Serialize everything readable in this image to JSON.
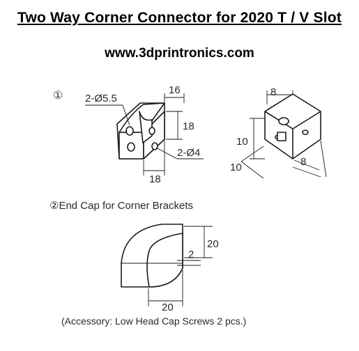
{
  "header": {
    "title": "Two Way Corner Connector for 2020 T / V Slot",
    "url": "www.3dprintronics.com"
  },
  "figure1": {
    "marker": "①",
    "hole_callout": "2-Ø5.5",
    "hole_callout_2": "2-Ø4",
    "dim_width_top": "16",
    "dim_height": "18",
    "dim_width_bottom": "18"
  },
  "figure1b": {
    "dim_top": "8",
    "dim_left": "10",
    "dim_bottom_left": "10",
    "dim_bottom_right": "8"
  },
  "figure2": {
    "heading": "②End Cap for Corner Brackets",
    "dim_height": "20",
    "dim_offset": "2",
    "dim_width": "20",
    "note": "(Accessory: Low Head Cap Screws 2 pcs.)"
  }
}
